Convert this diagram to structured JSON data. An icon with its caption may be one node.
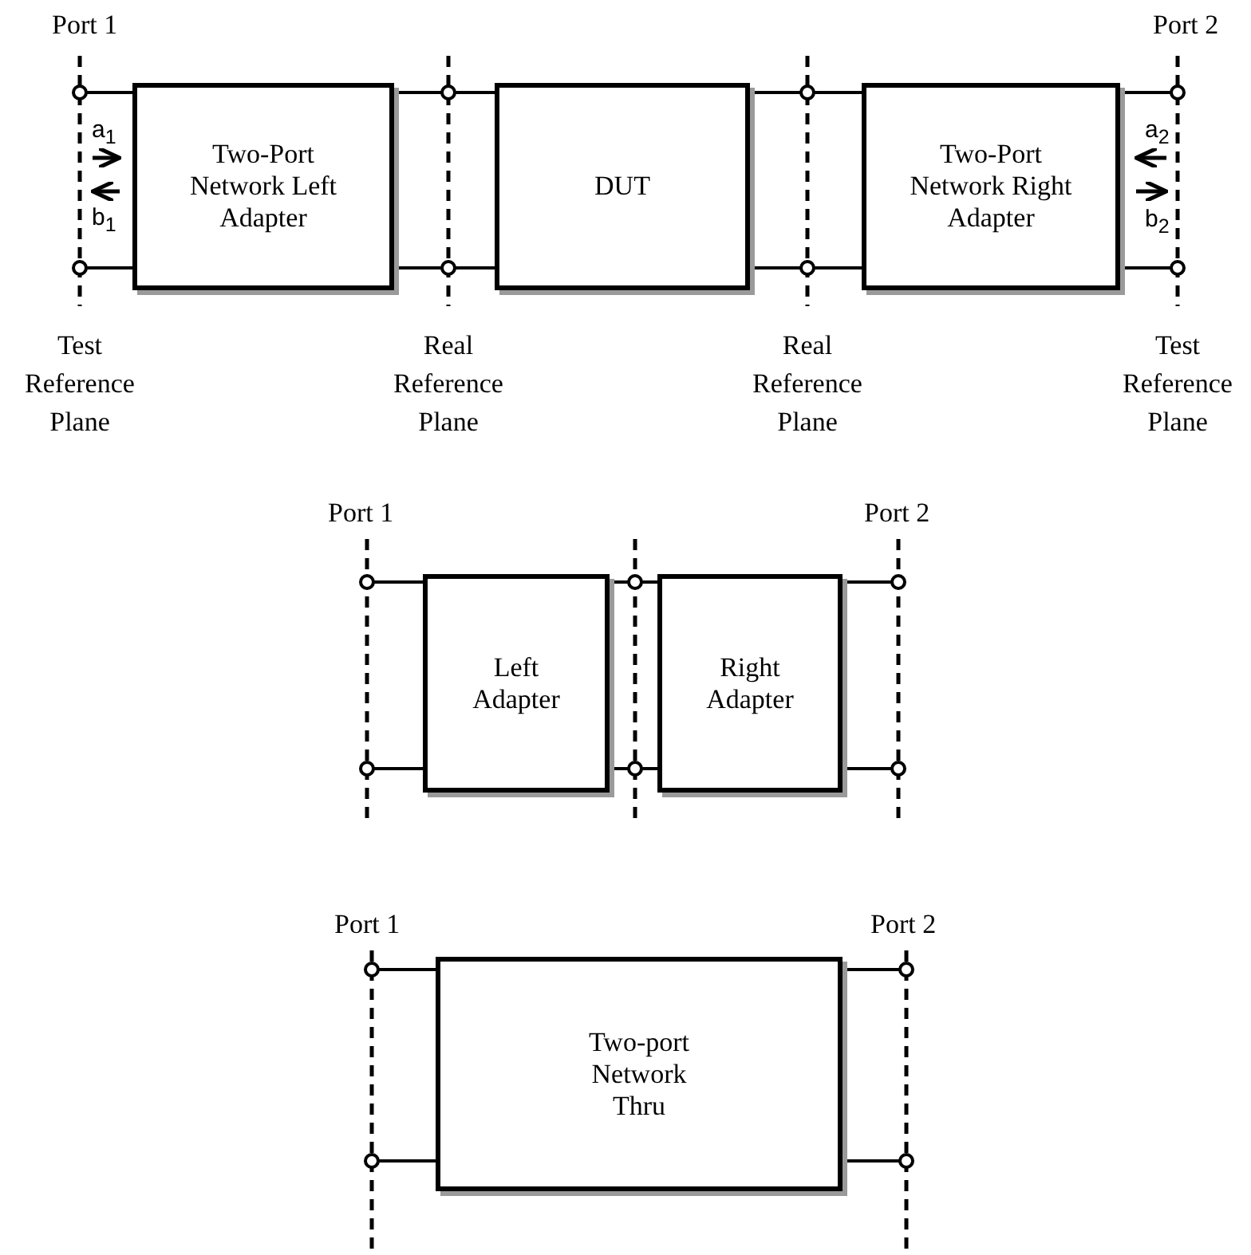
{
  "diagram": {
    "nodes": [
      {
        "text": [
          "Two-Port Network Left Adapter"
        ]
      },
      {
        "text": [
          "DUT"
        ]
      },
      {
        "text": [
          "Two-Port Network Right Adapter"
        ]
      },
      {
        "text": [
          "Left Adapter"
        ]
      },
      {
        "text": [
          "Right Adapter"
        ]
      },
      {
        "text": [
          "Two-port Network Thru"
        ]
      }
    ],
    "edges": [
      {
        "from": null,
        "to": 0,
        "arrow": "other"
      },
      {
        "from": null,
        "to": 0,
        "arrow": "other"
      },
      {
        "from": 0,
        "to": 1,
        "arrow": "none"
      },
      {
        "from": 0,
        "to": 1,
        "arrow": "none"
      },
      {
        "from": 1,
        "to": 2,
        "arrow": "none"
      },
      {
        "from": 1,
        "to": 2,
        "arrow": "none"
      },
      {
        "from": 2,
        "to": null,
        "arrow": "other"
      },
      {
        "from": 2,
        "to": null,
        "arrow": "other"
      },
      {
        "from": null,
        "to": 3,
        "arrow": "other"
      },
      {
        "from": null,
        "to": 3,
        "arrow": "other"
      },
      {
        "from": 3,
        "to": 4,
        "arrow": "none"
      },
      {
        "from": 3,
        "to": 4,
        "arrow": "none"
      },
      {
        "from": 4,
        "to": null,
        "arrow": "other"
      },
      {
        "from": 4,
        "to": null,
        "arrow": "other"
      },
      {
        "from": null,
        "to": 5,
        "arrow": "other"
      },
      {
        "from": null,
        "to": 5,
        "arrow": "other"
      },
      {
        "from": 5,
        "to": null,
        "arrow": "other"
      },
      {
        "from": 5,
        "to": null,
        "arrow": "other"
      }
    ],
    "labels": [
      "Port 1",
      "Port 2",
      "a$_{1}$",
      "a$_{2}$",
      "b$_{1}$",
      "b$_{2}$",
      "Test Reference Plane",
      "Real Reference Plane",
      "Real Reference Plane",
      "Test Reference Plane",
      "Port 1",
      "Port 2",
      "Port 1",
      "Port 2"
    ]
  }
}
